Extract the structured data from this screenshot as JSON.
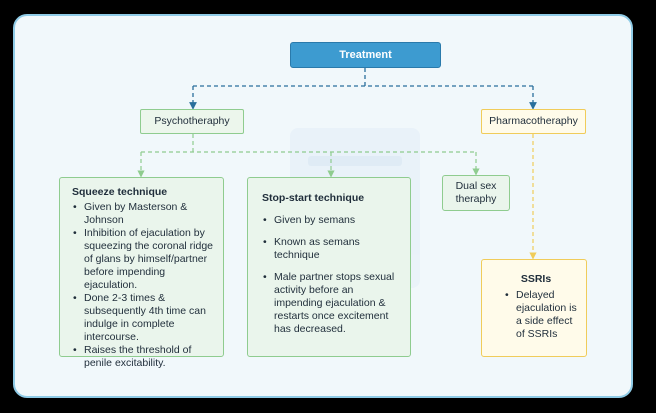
{
  "diagram": {
    "root": {
      "label": "Treatment"
    },
    "psychotherapy": {
      "label": "Psychotheraphy"
    },
    "pharmacotherapy": {
      "label": "Pharmacotheraphy"
    },
    "squeeze": {
      "title": "Squeeze technique",
      "items": [
        "Given by Masterson & Johnson",
        "Inhibition of ejaculation by squeezing the coronal ridge of glans by himself/partner before impending ejaculation.",
        "Done 2-3 times & subsequently 4th time can indulge in complete intercourse.",
        "Raises the threshold of penile excitability."
      ]
    },
    "stop_start": {
      "title": "Stop-start technique",
      "items": [
        "Given by semans",
        "Known as semans technique",
        "Male partner stops sexual activity before an impending ejaculation & restarts once excitement has decreased."
      ]
    },
    "dual_sex": {
      "label": "Dual sex theraphy"
    },
    "ssri": {
      "title": "SSRIs",
      "items": [
        "Delayed ejaculation is a side effect of SSRIs"
      ]
    },
    "colors": {
      "root_fill": "#3d9bd0",
      "green_border": "#8fcc8f",
      "yellow_border": "#f0cc5a",
      "connector_blue": "#2a6f9c"
    }
  }
}
